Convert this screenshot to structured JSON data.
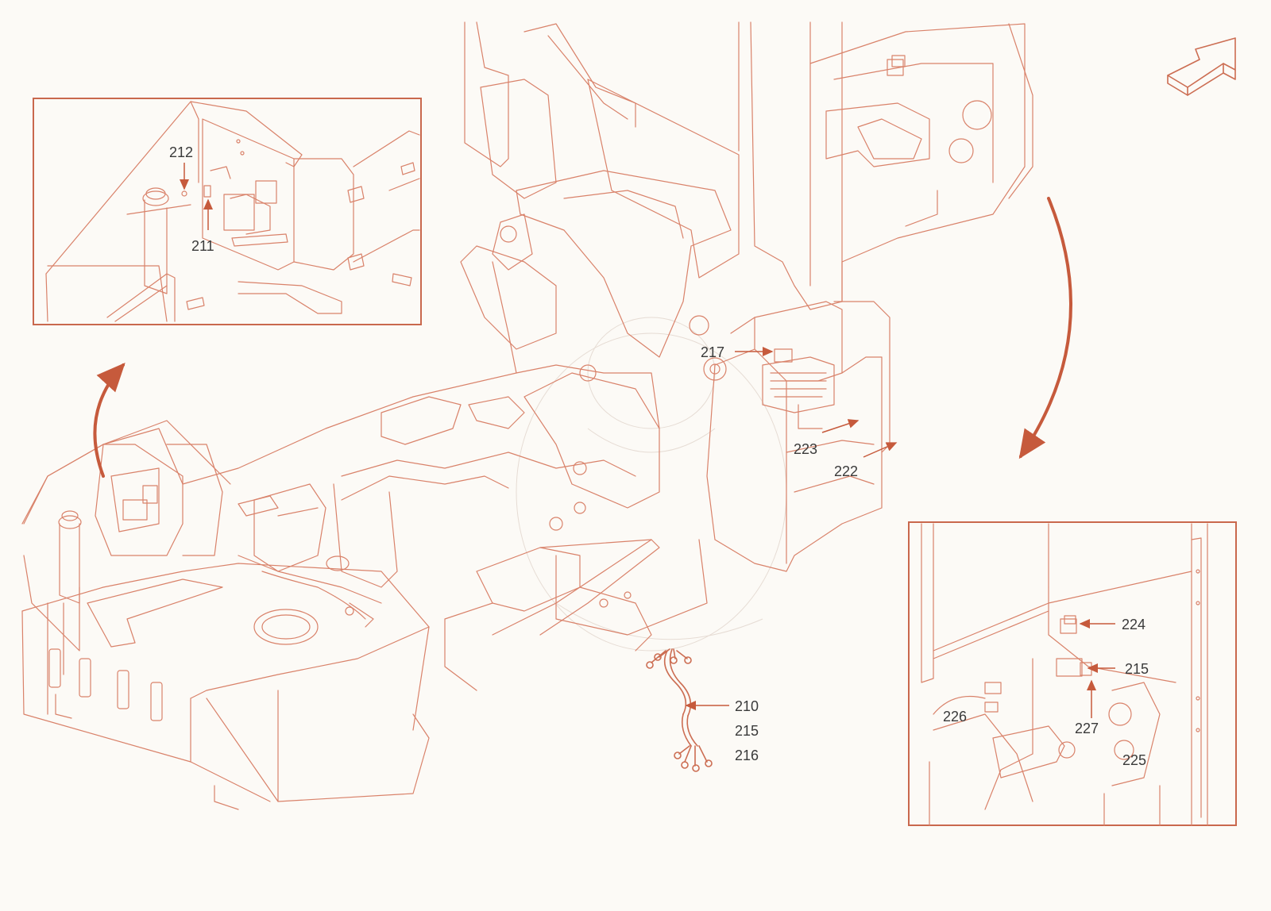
{
  "callouts": {
    "c212": "212",
    "c211": "211",
    "c217": "217",
    "c223": "223",
    "c222": "222",
    "c224": "224",
    "c215a": "215",
    "c226": "226",
    "c227": "227",
    "c225": "225",
    "c210": "210",
    "c215b": "215",
    "c216": "216"
  },
  "colors": {
    "line": "#d9826a",
    "accent": "#c65a3c",
    "background": "#fcfaf6"
  },
  "icons": {
    "orientation": "direction-arrow-icon",
    "rotate_left": "curved-arrow-icon",
    "rotate_right": "curved-arrow-icon"
  }
}
